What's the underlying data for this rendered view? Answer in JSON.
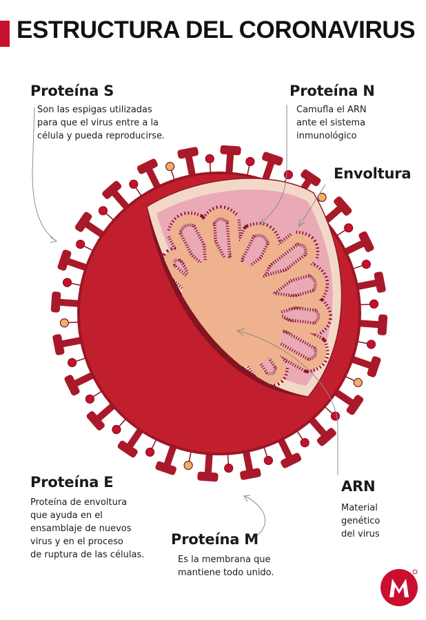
{
  "title": "ESTRUCTURA DEL CORONAVIRUS",
  "labels": {
    "proteina_s": {
      "name": "Proteína S",
      "desc": [
        "Son las espigas utilizadas",
        "para que el virus entre a la",
        "célula y pueda reproducirse."
      ]
    },
    "proteina_n": {
      "name": "Proteína N",
      "desc": [
        "Camufla el ARN",
        "ante el sistema",
        "inmunológico"
      ]
    },
    "envoltura": {
      "name": "Envoltura"
    },
    "proteina_e": {
      "name": "Proteína E",
      "desc": [
        "Proteína de envoltura",
        "que ayuda en el",
        "ensamblaje de nuevos",
        "virus y en el proceso",
        "de ruptura de las células."
      ]
    },
    "proteina_m": {
      "name": "Proteína M",
      "desc": [
        "Es la membrana que",
        "mantiene todo unido."
      ]
    },
    "arn": {
      "name": "ARN",
      "desc": [
        "Material",
        "genético",
        "del virus"
      ]
    }
  },
  "colors": {
    "accent": "#c8102e",
    "virus_body": "#c21f2e",
    "virus_dark": "#7e1322",
    "spike": "#a8192a",
    "envelope": "#f3d8c8",
    "interior": "#e9aab6",
    "rna_core": "#efb28e",
    "protein_e": "#e9b368"
  },
  "logo_icon": "milenio-m-logo"
}
